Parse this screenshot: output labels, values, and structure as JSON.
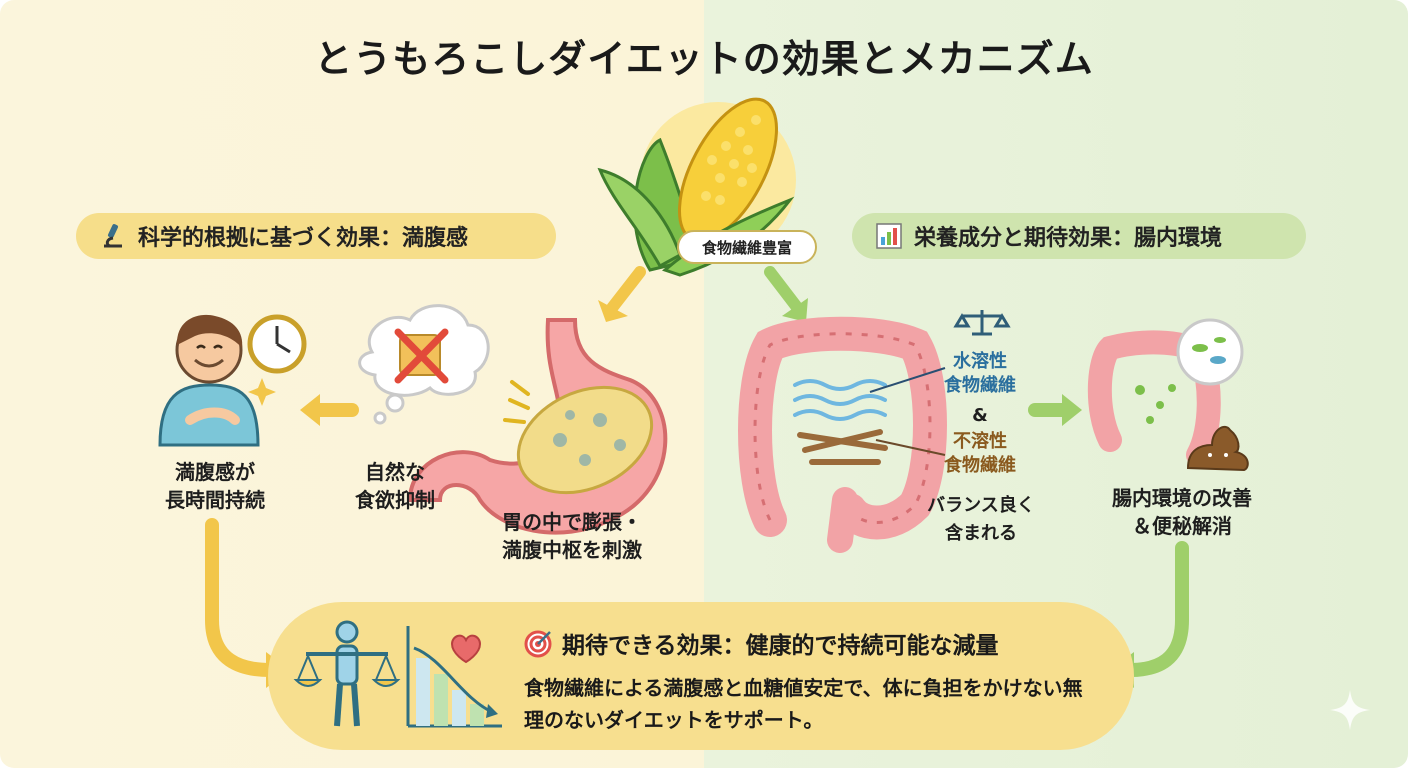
{
  "title": "とうもろこしダイエットの効果とメカニズム",
  "corn_tag": "食物繊維豊富",
  "left_section": {
    "header": "科学的根拠に基づく効果：満腹感",
    "icon": "microscope-icon",
    "steps": [
      {
        "label": "胃の中で膨張・\n満腹中枢を刺激"
      },
      {
        "label": "自然な\n食欲抑制"
      },
      {
        "label": "満腹感が\n長時間持続"
      }
    ]
  },
  "right_section": {
    "header": "栄養成分と期待効果：腸内環境",
    "icon": "bar-chart-icon",
    "soluble": "水溶性\n食物繊維",
    "amp": "&",
    "insoluble": "不溶性\n食物繊維",
    "balance": "バランス良く\n含まれる",
    "result": "腸内環境の改善\n＆便秘解消"
  },
  "bottom": {
    "title": "期待できる効果：健康的で持続可能な減量",
    "icon": "target-icon",
    "description": "食物繊維による満腹感と血糖値安定で、体に負担をかけない無理のないダイエットをサポート。"
  },
  "colors": {
    "left_bg": "#fbf5dc",
    "right_bg": "#e4f0d6",
    "left_pill": "#f6de8a",
    "right_pill": "#cfe4ae",
    "soluble_text": "#2a6f9e",
    "insoluble_text": "#8a5a1e",
    "yellow_arrow": "#f2c64a",
    "green_arrow": "#9fcf6a"
  }
}
